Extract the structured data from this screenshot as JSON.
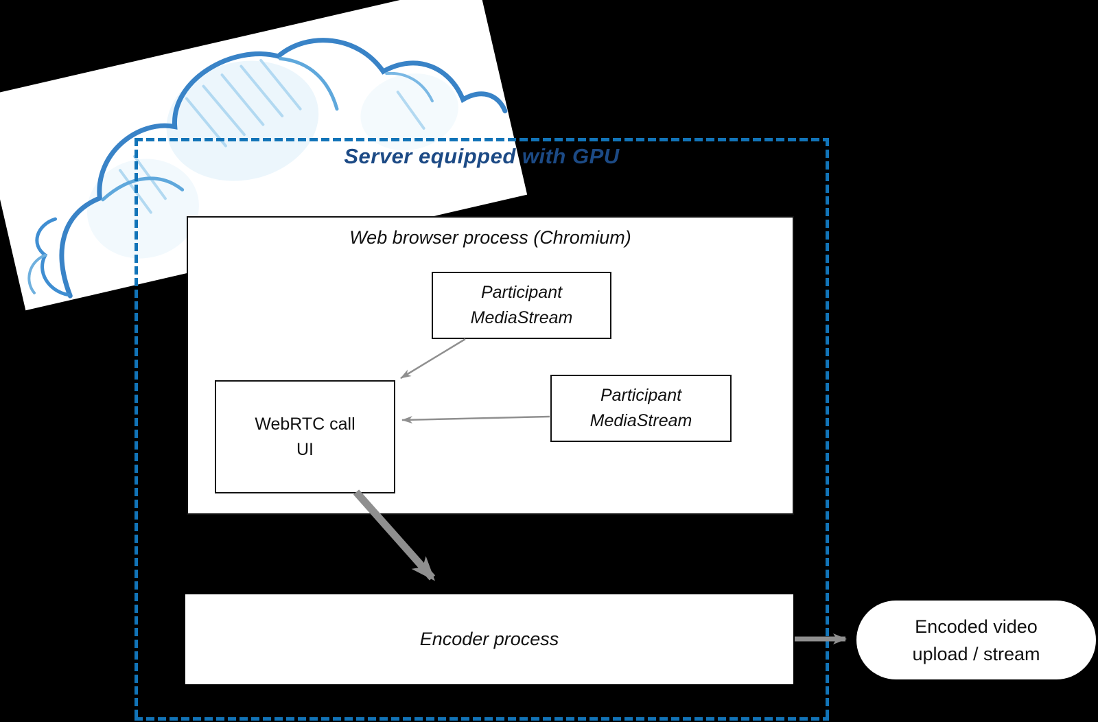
{
  "server": {
    "title": "Server equipped with GPU"
  },
  "browser": {
    "title": "Web browser process (Chromium)"
  },
  "nodes": {
    "participant1": {
      "line1": "Participant",
      "line2": "MediaStream"
    },
    "participant2": {
      "line1": "Participant",
      "line2": "MediaStream"
    },
    "webrtc": {
      "line1": "WebRTC call",
      "line2": "UI"
    },
    "encoder": {
      "label": "Encoder process"
    },
    "output": {
      "line1": "Encoded video",
      "line2": "upload / stream"
    }
  },
  "icons": {
    "cloud": "hand-drawn-cloud-sketch"
  },
  "colors": {
    "background": "#000000",
    "boundary_blue": "#1274b8",
    "title_navy": "#1c4a85",
    "arrow_gray": "#8f8f8f",
    "box_border": "#111111",
    "box_fill": "#ffffff",
    "cloud_stroke": "#2e7cc4"
  }
}
